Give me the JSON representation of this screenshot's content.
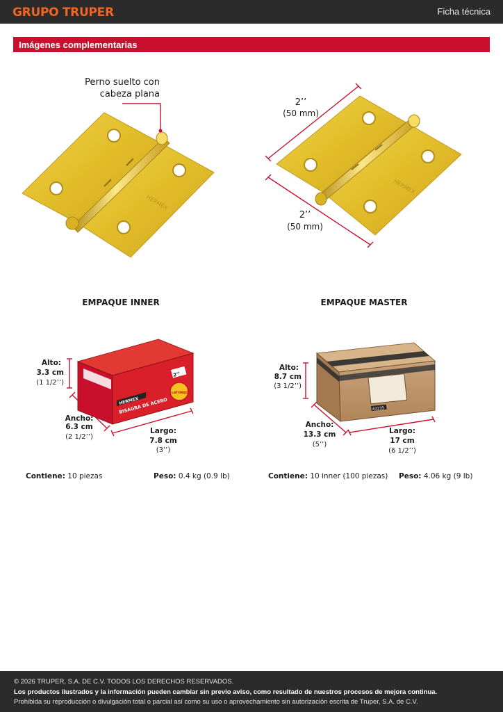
{
  "header": {
    "brand": "GRUPO TRUPER",
    "doc_type": "Ficha técnica"
  },
  "section": {
    "title": "Imágenes complementarias"
  },
  "hinge_left": {
    "callout_line1": "Perno suelto con",
    "callout_line2": "cabeza plana"
  },
  "hinge_right": {
    "dim_top": "2’’",
    "dim_top_mm": "(50 mm)",
    "dim_bottom": "2’’",
    "dim_bottom_mm": "(50 mm)"
  },
  "inner": {
    "title": "EMPAQUE INNER",
    "alto_label": "Alto:",
    "alto_cm": "3.3 cm",
    "alto_in": "(1 1/2’’)",
    "ancho_label": "Ancho:",
    "ancho_cm": "6.3 cm",
    "ancho_in": "(2 1/2’’)",
    "largo_label": "Largo:",
    "largo_cm": "7.8 cm",
    "largo_in": "(3’’)",
    "contiene_label": "Contiene:",
    "contiene_value": "10 piezas",
    "peso_label": "Peso:",
    "peso_value": "0.4 kg (0.9 lb)",
    "box_brand": "HERMEX",
    "box_product": "BISAGRA DE ACERO",
    "box_size": "2’’",
    "box_badge": "LATONADO"
  },
  "master": {
    "title": "EMPAQUE MASTER",
    "alto_label": "Alto:",
    "alto_cm": "8.7 cm",
    "alto_in": "(3 1/2’’)",
    "ancho_label": "Ancho:",
    "ancho_cm": "13.3 cm",
    "ancho_in": "(5’’)",
    "largo_label": "Largo:",
    "largo_cm": "17 cm",
    "largo_in": "(6 1/2’’)",
    "contiene_label": "Contiene:",
    "contiene_value": "10 inner (100 piezas)",
    "peso_label": "Peso:",
    "peso_value": "4.06 kg (9 lb)",
    "box_code": "43235"
  },
  "footer": {
    "line1": "© 2026 TRUPER, S.A. DE C.V. TODOS LOS DERECHOS RESERVADOS.",
    "line2": "Los productos ilustrados y la información pueden cambiar sin previo aviso, como resultado de nuestros procesos de mejora continua.",
    "line3": "Prohibida su reproducción o divulgación total o parcial así como su uso o aprovechamiento sin autorización escrita de Truper, S.A. de C.V."
  },
  "colors": {
    "accent_red": "#c8102e",
    "brand_orange": "#f26522",
    "dark_bar": "#2b2b2b",
    "brass": "#e6c230"
  }
}
